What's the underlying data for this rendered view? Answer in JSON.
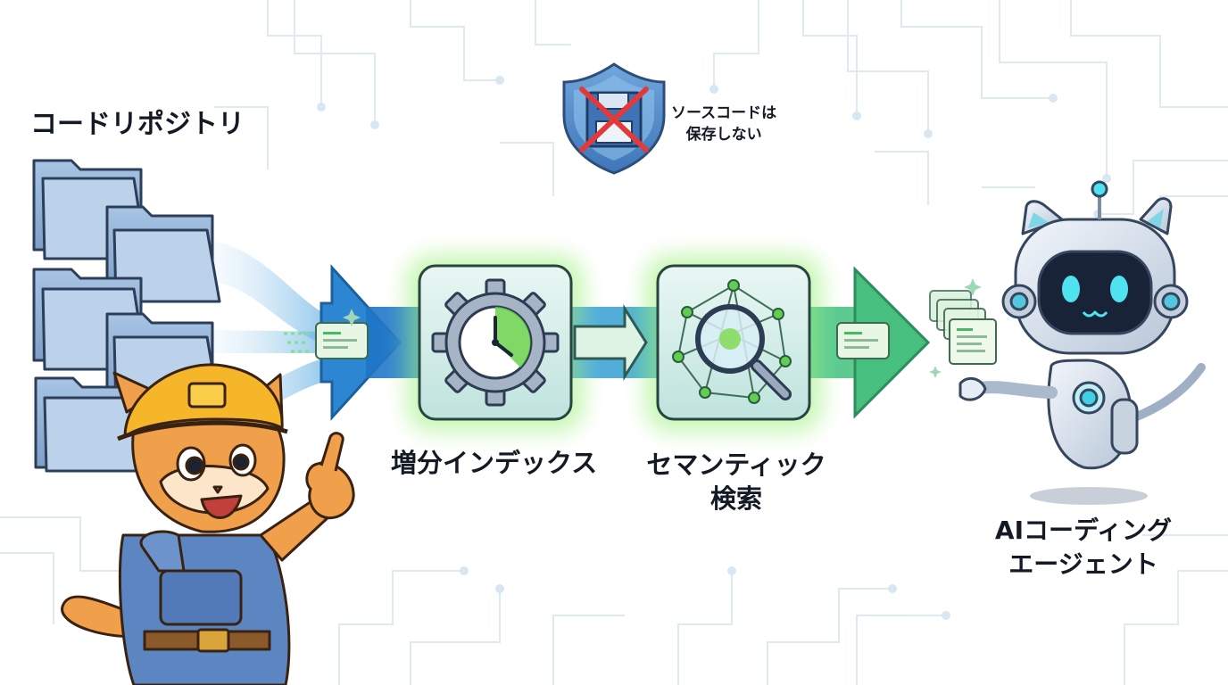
{
  "labels": {
    "repository": "コードリポジトリ",
    "no_store_line1": "ソースコードは",
    "no_store_line2": "保存しない",
    "incremental_index": "増分インデックス",
    "semantic_search_line1": "セマンティック",
    "semantic_search_line2": "検索",
    "agent_line1": "AIコーディング",
    "agent_line2": "エージェント"
  },
  "icons": {
    "folder_stack": "folder-icon",
    "shield": "shield-icon",
    "no_save": "floppy-disk-crossed-icon",
    "index": "gear-clock-icon",
    "search": "network-magnifier-icon",
    "snippet": "code-snippet-icon",
    "worker_mascot": "cat-worker-mascot",
    "robot": "robot-cat-icon"
  },
  "colors": {
    "flow_blue": "#2f8fd8",
    "flow_green": "#46c27a",
    "glow_green": "#7cf06a",
    "folder_blue": "#8fb0d6",
    "shield_blue": "#4a86c8",
    "cross_red": "#e23a3a",
    "robot_screen": "#182338",
    "robot_eye": "#4fe3f0",
    "text_dark": "#141a24"
  }
}
